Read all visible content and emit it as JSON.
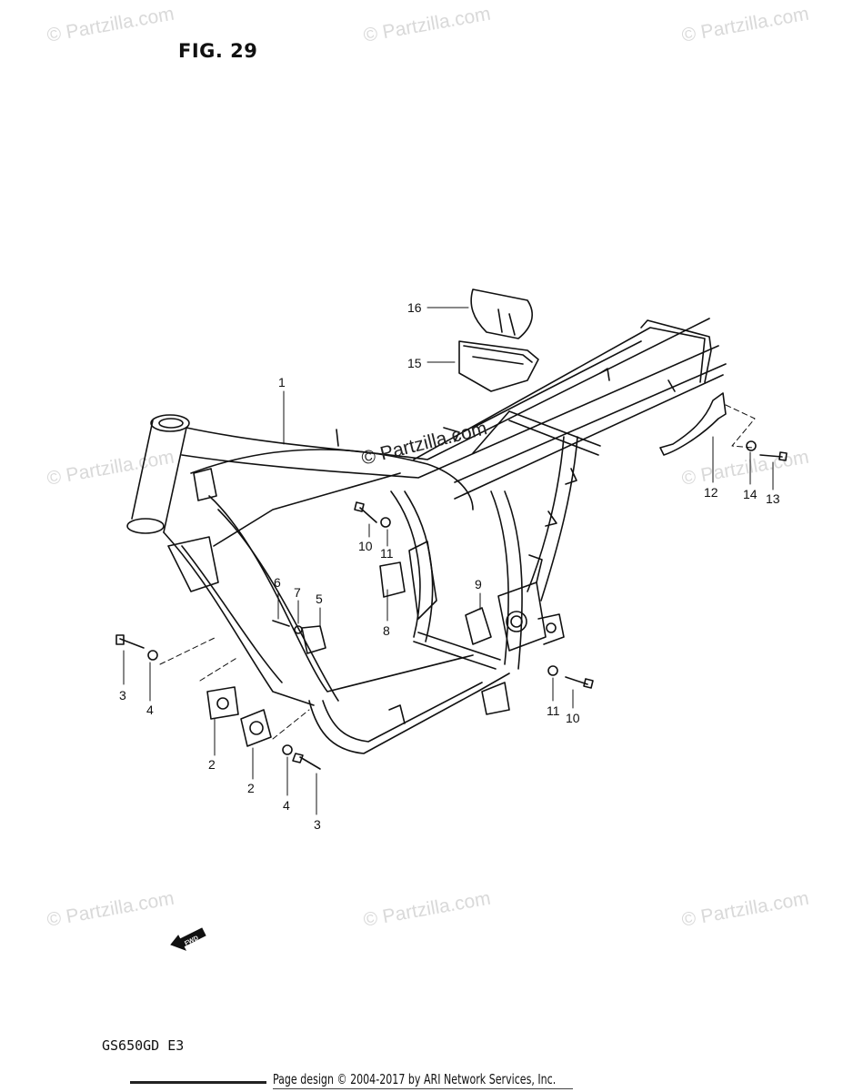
{
  "figure_title": "FIG. 29",
  "model_code": "GS650GD  E3",
  "footer": "Page design © 2004-2017 by ARI Network Services, Inc.",
  "watermark": "© Partzilla.com",
  "fwd_label": "FWD",
  "callouts": [
    "1",
    "2",
    "2",
    "3",
    "3",
    "4",
    "4",
    "5",
    "6",
    "7",
    "8",
    "9",
    "10",
    "10",
    "11",
    "11",
    "12",
    "13",
    "14",
    "15",
    "16"
  ]
}
